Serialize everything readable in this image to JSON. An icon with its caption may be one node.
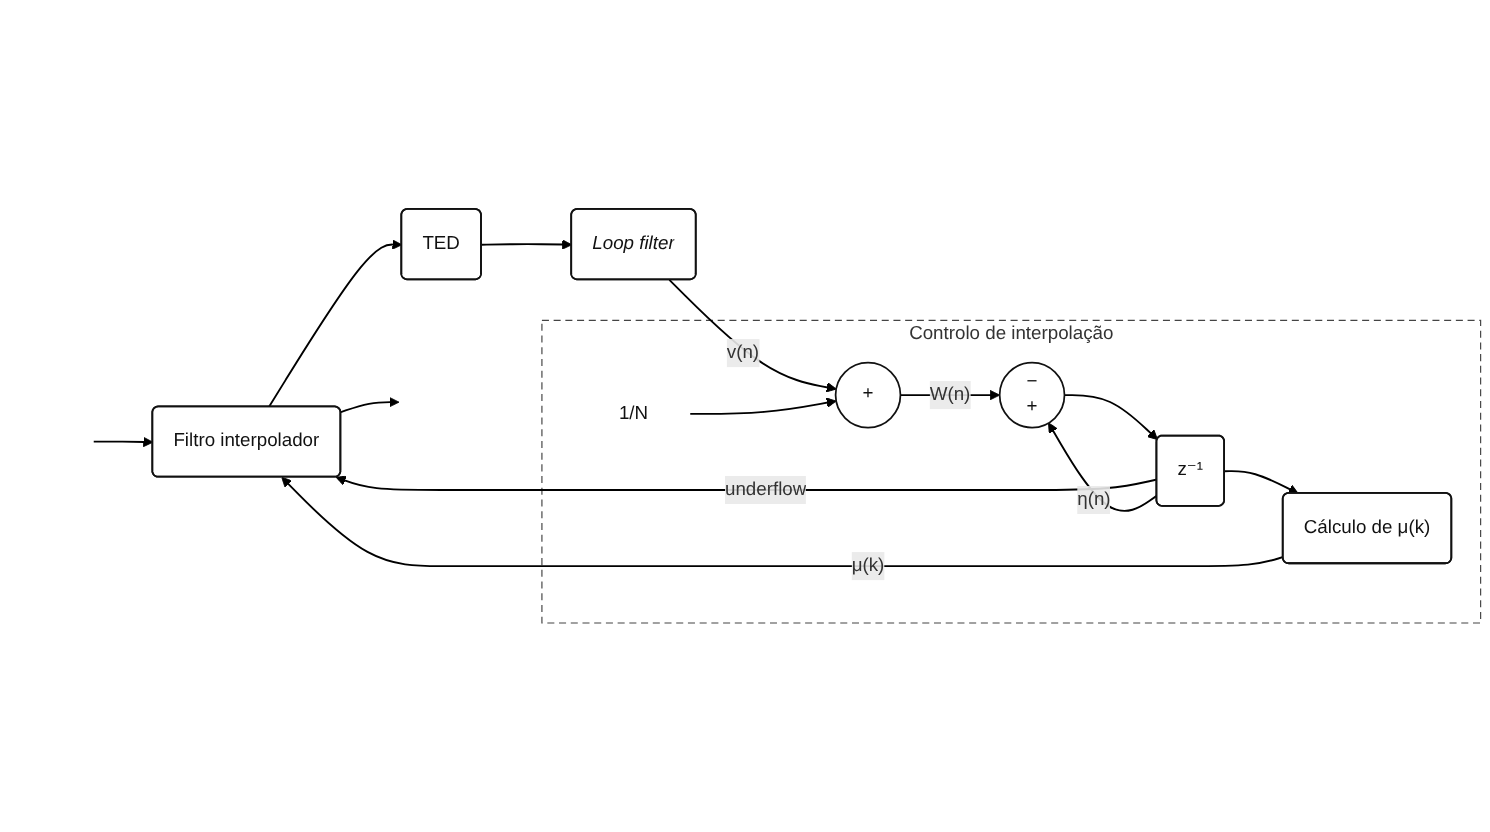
{
  "diagram": {
    "nodes": [
      {
        "text": [
          "Filtro interpolador"
        ]
      },
      {
        "text": [
          "Controlo de interpolação"
        ]
      },
      {
        "text": [
          "Cálculo de μ(k)"
        ],
        "in": 1
      },
      {
        "text": [
          "1/N"
        ],
        "in": 1
      },
      {
        "text": [
          "TED"
        ]
      },
      {
        "text": [
          "z⁻¹"
        ],
        "in": 1
      },
      {
        "text": [
          "−",
          "+"
        ],
        "in": 1
      },
      {
        "text": [
          "+"
        ],
        "in": 1
      },
      {
        "text": [
          "Loop filter"
        ]
      }
    ],
    "edges": [
      {
        "from": null,
        "to": 0,
        "arrow": "to"
      },
      {
        "from": 0,
        "to": null,
        "arrow": "to"
      },
      {
        "from": 0,
        "to": 4,
        "arrow": "to"
      },
      {
        "from": 4,
        "to": 8,
        "arrow": "to"
      },
      {
        "from": 8,
        "to": 7,
        "arrow": "to",
        "label": "v(n)"
      },
      {
        "from": 3,
        "to": 7,
        "arrow": "to"
      },
      {
        "from": 7,
        "to": 6,
        "arrow": "to",
        "label": "W(n)"
      },
      {
        "from": 6,
        "to": 5,
        "arrow": "to"
      },
      {
        "from": 5,
        "to": 2,
        "arrow": "to"
      },
      {
        "from": 5,
        "to": 0,
        "arrow": "to",
        "label": "underflow"
      },
      {
        "from": 2,
        "to": 0,
        "arrow": "to",
        "label": "μ(k)"
      },
      {
        "from": 5,
        "to": 6,
        "arrow": "to",
        "label": "η(n)"
      }
    ]
  }
}
